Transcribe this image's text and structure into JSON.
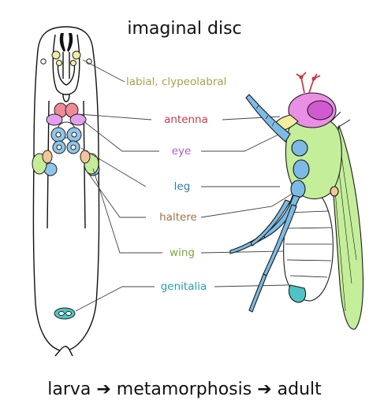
{
  "title": "imaginal disc",
  "caption": "larva ➔ metamorphosis ➔ adult",
  "labels": {
    "labial": "labial, clypeolabral",
    "antenna": "antenna",
    "eye": "eye",
    "leg": "leg",
    "haltere": "haltere",
    "wing": "wing",
    "genitalia": "genitalia"
  },
  "colors": {
    "labial": "#a6a24a",
    "antenna": "#c8394a",
    "eye": "#a85cc0",
    "leg": "#2f79b5",
    "haltere": "#a0724e",
    "wing": "#7ba83a",
    "genitalia": "#28a0a8",
    "labial_fill": "#f2eea0",
    "antenna_fill": "#f08a96",
    "eye_fill": "#e4a0ee",
    "leg_fill": "#8ec6ea",
    "haltere_fill": "#f2c69a",
    "wing_fill": "#c6ec9a",
    "genitalia_fill": "#4ec4c4",
    "fly_head": "#e98fe4",
    "fly_thorax": "#c4ee9a",
    "fly_legs": "#7cbbe6"
  }
}
